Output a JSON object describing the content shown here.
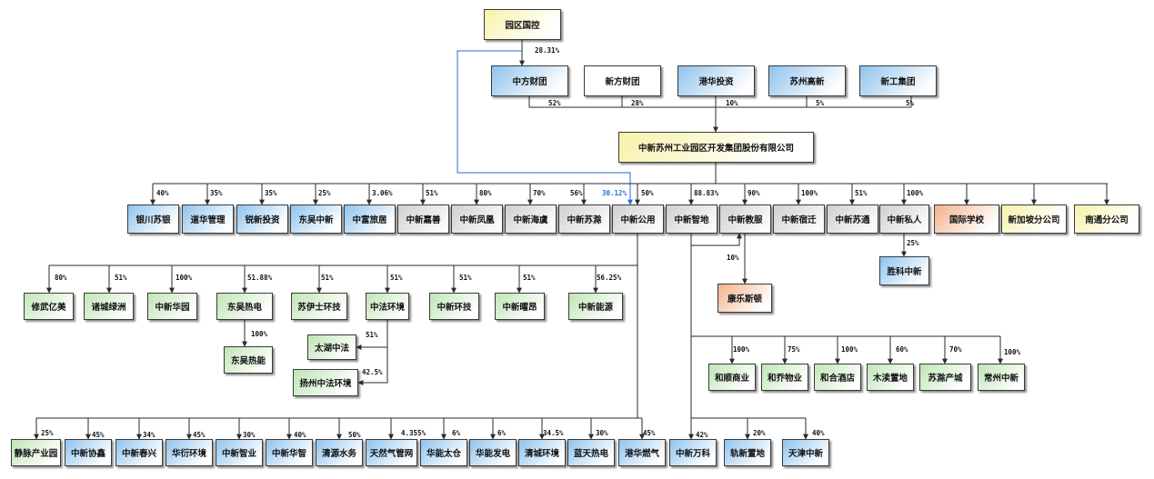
{
  "nodes": {
    "yqgk": "园区国控",
    "zfct": "中方财团",
    "xfct": "新方财团",
    "ghtz": "港华投资",
    "szgx": "苏州高新",
    "xgjt": "新工集团",
    "main": "中新苏州工业园区开发集团股份有限公司",
    "ycsy": "银川苏银",
    "dhgl": "道华管理",
    "rxtz": "锐新投资",
    "dwzx": "东吴中新",
    "zflj": "中富旅居",
    "zxjs": "中新嘉善",
    "zxfh": "中新凤凰",
    "zxhy": "中新海虞",
    "zxsc": "中新苏滁",
    "zxgy": "中新公用",
    "zxzd": "中新智地",
    "zxjf": "中新教服",
    "zxsq": "中新宿迁",
    "zxst": "中新苏通",
    "zxsr": "中新私人",
    "gjxx": "国际学校",
    "xjpfgs": "新加坡分公司",
    "ntfgs": "南通分公司",
    "skzx": "胜科中新",
    "klsd": "康乐斯顿",
    "xwyl": "修武亿美",
    "zclz": "诸城绿洲",
    "zxhyuan": "中新华园",
    "dwrd": "东吴热电",
    "syshj": "苏伊士环技",
    "zfhj": "中法环境",
    "zxhj": "中新环技",
    "zxxa": "中新曜昂",
    "zxny": "中新能源",
    "dwrn": "东吴热能",
    "thzf": "太湖中法",
    "yzzfhj": "扬州中法环境",
    "hssy": "和顺商业",
    "hqwy": "和乔物业",
    "hhjd": "和合酒店",
    "mdzd": "木渎置地",
    "scch": "苏滁产城",
    "czzx": "常州中新",
    "jmcyy": "静脉产业园",
    "zxxx": "中新协鑫",
    "zxcx": "中新春兴",
    "hyhj": "华衍环境",
    "zxzy": "中新智业",
    "zxhz": "中新华智",
    "qysw": "清源水务",
    "trqgw": "天然气管网",
    "hntc": "华能太仓",
    "hnfd": "华能发电",
    "qchj": "清城环境",
    "ltrd": "蓝天热电",
    "ghrq": "港华燃气",
    "zxwk": "中新万科",
    "gxzd": "轨新置地",
    "tjzx": "天津中新"
  },
  "percentages": {
    "yqgk_zfct": "28.31%",
    "zfct_main": "52%",
    "xfct_main": "28%",
    "ghtz_main": "10%",
    "szgx_main": "5%",
    "xgjt_main": "5%",
    "yqgk_zxgy": "30.12%",
    "ycsy": "40%",
    "dhgl": "35%",
    "rxtz": "35%",
    "dwzx": "25%",
    "zflj": "3.06%",
    "zxjs": "51%",
    "zxfh": "80%",
    "zxhy": "70%",
    "zxsc": "56%",
    "zxgy": "50%",
    "zxzd": "88.83%",
    "zxjf": "90%",
    "zxsq": "100%",
    "zxst": "51%",
    "zxsr": "100%",
    "skzx": "25%",
    "zxzd_zxjf": "10%",
    "xwyl": "80%",
    "zclz": "51%",
    "zxhyuan": "100%",
    "dwrd": "51.88%",
    "syshj": "51%",
    "zfhj": "51%",
    "zxhj": "51%",
    "zxxa": "51%",
    "zxny": "56.25%",
    "dwrn": "100%",
    "thzf": "51%",
    "yzzfhj": "42.5%",
    "hssy": "100%",
    "hqwy": "75%",
    "hhjd": "100%",
    "mdzd": "60%",
    "scch": "70%",
    "czzx": "100%",
    "jmcyy": "25%",
    "zxxx": "45%",
    "zxcx": "34%",
    "hyhj": "45%",
    "zxzy": "30%",
    "zxhz": "40%",
    "qysw": "50%",
    "trqgw": "4.355%",
    "hntc": "6%",
    "hnfd": "6%",
    "qchj": "34.5%",
    "ltrd": "30%",
    "ghrq": "45%",
    "zxwk": "42%",
    "gxzd": "20%",
    "tjzx": "40%"
  },
  "colors": {
    "line": "#2a2a2a",
    "highlight_line": "#1f6fd6",
    "yellow": "#f7f2a8",
    "blue": "#8fc3ee",
    "grey": "#cfcfcf",
    "green": "#bfe5b5",
    "orange": "#f3b28a"
  }
}
